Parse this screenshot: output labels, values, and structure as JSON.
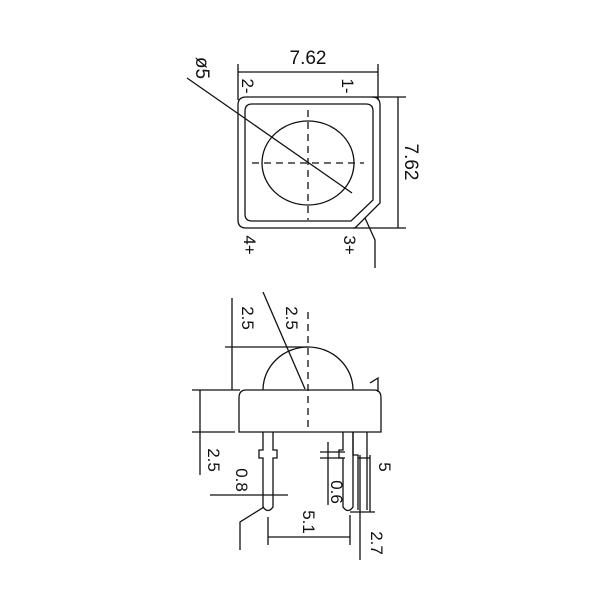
{
  "top_view": {
    "width_label": "7.62",
    "height_label": "7.62",
    "diameter_label": "ø5",
    "pins": [
      "2-",
      "1-",
      "4+",
      "3+"
    ]
  },
  "side_view": {
    "dome_height": "2.5",
    "dome_radius": "2.5",
    "body_height": "2.5",
    "lead_width": "0.8",
    "lead_thickness": "0.6",
    "lead_length": "5",
    "lead_pitch": "5.1",
    "lead_offset": "2.7"
  },
  "colors": {
    "line": "#111111",
    "background": "#ffffff"
  }
}
